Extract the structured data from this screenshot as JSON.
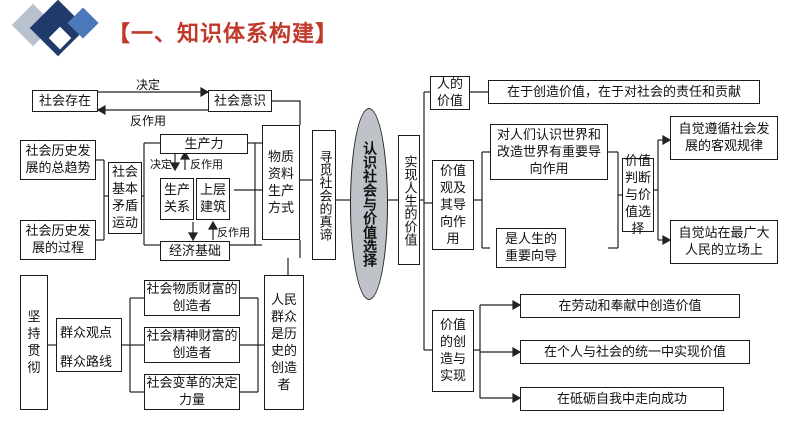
{
  "title": "【一、知识体系构建】",
  "colors": {
    "title": "#c0392b",
    "diamond_dark": "#1f3a6b",
    "diamond_light": "#4a78b8",
    "diamond_gray": "#b8c2cf",
    "ellipse_fill": "#bfc3c9"
  },
  "left": {
    "social_existence": "社会存在",
    "social_consciousness": "社会意识",
    "decides": "决定",
    "reacts": "反作用",
    "productive_forces": "生产力",
    "relations_of_production": "生产关系",
    "superstructure": "上层建筑",
    "economic_base": "经济基础",
    "decides_small": "决定",
    "reacts_small_1": "反作用",
    "reacts_small_2": "反作用",
    "basic_contradiction": "社会基本矛盾运动",
    "history_trend": "社会历史发展的总趋势",
    "history_process": "社会历史发展的过程",
    "material_means": "物质资料生产方式",
    "seek_truth": "寻觅社会的真谛",
    "material_wealth": "社会物质财富的创造者",
    "spiritual_wealth": "社会精神财富的创造者",
    "decisive_force": "社会变革的决定力量",
    "people_creators": "人民群众是历史的创造者",
    "adhere": "坚持贯彻",
    "mass_view": "群众观点",
    "mass_line": "群众路线"
  },
  "center": {
    "ellipse": "认识社会与价值选择"
  },
  "right": {
    "realize_value": "实现人生的价值",
    "human_value": "人的价值",
    "human_value_desc": "在于创造价值，在于对社会的责任和贡献",
    "value_view": "价值观及其导向作用",
    "value_view_item1": "对人们认识世界和改造世界有重要导向作用",
    "value_view_item2": "是人生的重要向导",
    "value_judgment": "价值判断与价值选择",
    "judgment_item1": "自觉遵循社会发展的客观规律",
    "judgment_item2": "自觉站在最广大人民的立场上",
    "value_creation": "价值的创造与实现",
    "creation_item1": "在劳动和奉献中创造价值",
    "creation_item2": "在个人与社会的统一中实现价值",
    "creation_item3": "在砥砺自我中走向成功"
  }
}
